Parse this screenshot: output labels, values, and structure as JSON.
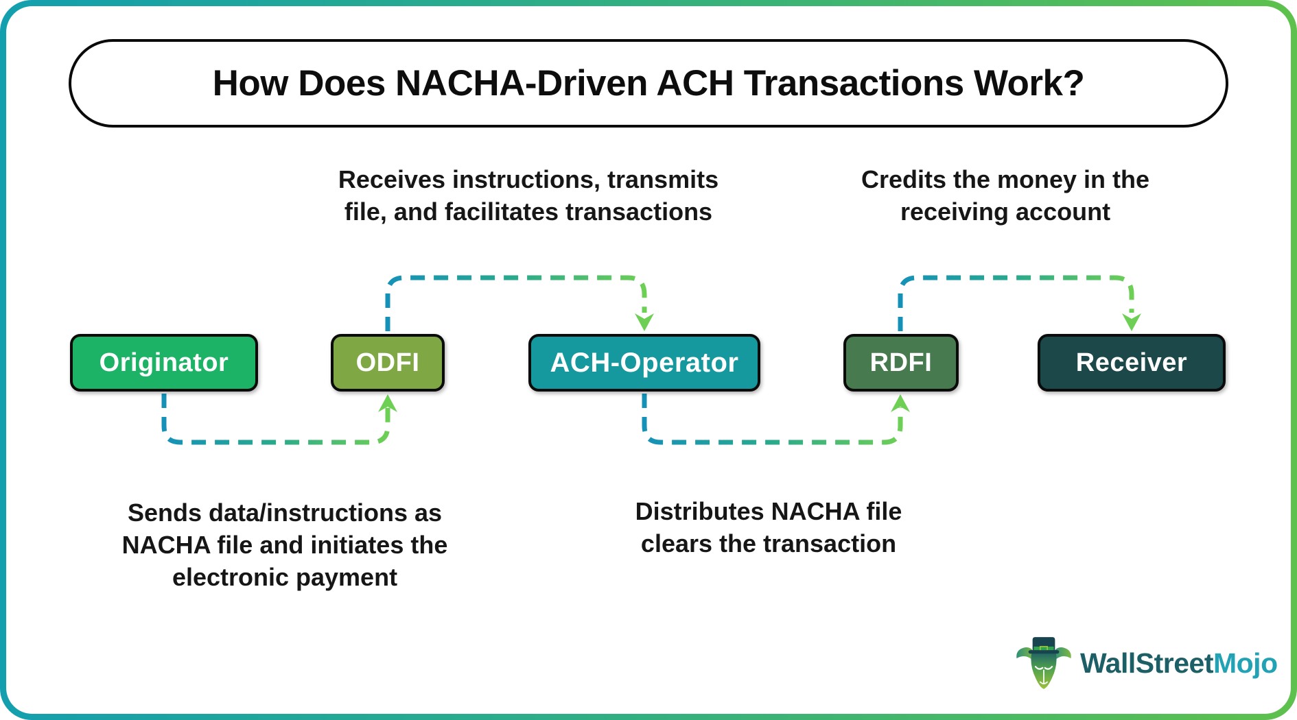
{
  "title": "How Does NACHA-Driven ACH Transactions Work?",
  "boxes": [
    {
      "label": "Originator",
      "color": "#1cb366"
    },
    {
      "label": "ODFI",
      "color": "#7fa845"
    },
    {
      "label": "ACH-Operator",
      "color": "#16999e"
    },
    {
      "label": "RDFI",
      "color": "#477a4e"
    },
    {
      "label": "Receiver",
      "color": "#1c4849"
    }
  ],
  "annotations": {
    "odfi_ach_operator": {
      "lines": [
        "Receives instructions, transmits",
        "file, and facilitates transactions"
      ]
    },
    "rdfi_receiver": {
      "lines": [
        "Credits the money in the",
        "receiving account"
      ]
    },
    "originator_odfi": {
      "lines": [
        "Sends data/instructions as",
        "NACHA file and initiates the",
        "electronic payment"
      ]
    },
    "ach_operator_rdfi": {
      "lines": [
        "Distributes NACHA file",
        "clears the transaction"
      ]
    }
  },
  "logo": {
    "brand_part1": "WallStreet",
    "brand_part2": "Mojo"
  },
  "colors": {
    "frame_gradient_start": "#139fae",
    "frame_gradient_end": "#5ec14d",
    "connector_teal": "#1591b8",
    "connector_green": "#6ecf55",
    "arrow_green": "#6ecf55",
    "box_border": "#0b0b0b",
    "title_border": "#0a0a0a",
    "logo_dark_teal": "#1d5f66",
    "logo_accent_teal": "#21a2b5"
  }
}
